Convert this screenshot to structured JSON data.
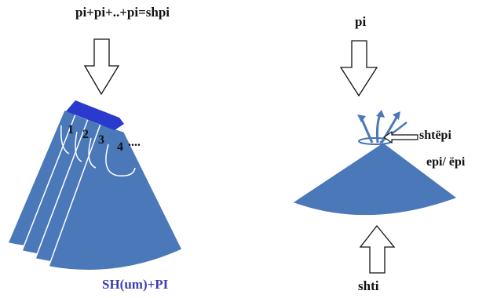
{
  "labels": {
    "formula": "pi+pi+..+pi=shpi",
    "sum_caption": "SH(um)+PI",
    "pi": "pi",
    "shtepi": "shtëpi",
    "epi": "epi/ ëpi",
    "shti": "shti"
  },
  "cone_numbers": [
    "1",
    "2",
    "3",
    "4",
    "...."
  ],
  "colors": {
    "cone_fill": "#4a78b8",
    "cone_edge": "#ffffff",
    "cap": "#2a3acc",
    "arrow_stroke": "#111111",
    "sum_text": "#3c3cb4"
  }
}
